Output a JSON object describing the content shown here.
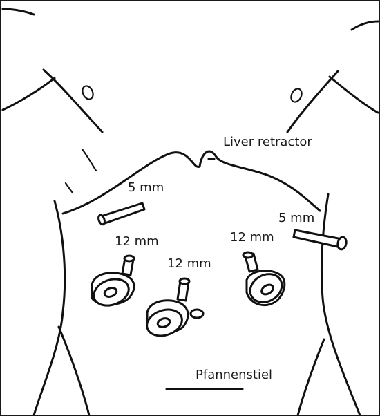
{
  "labels": {
    "liver_retractor": "Liver retractor",
    "port_5mm_left": "5 mm",
    "port_5mm_right": "5 mm",
    "port_12mm_left": "12 mm",
    "port_12mm_center": "12 mm",
    "port_12mm_right": "12 mm",
    "pfannenstiel": "Pfannenstiel"
  },
  "colors": {
    "line": "#111111",
    "background": "#ffffff"
  }
}
